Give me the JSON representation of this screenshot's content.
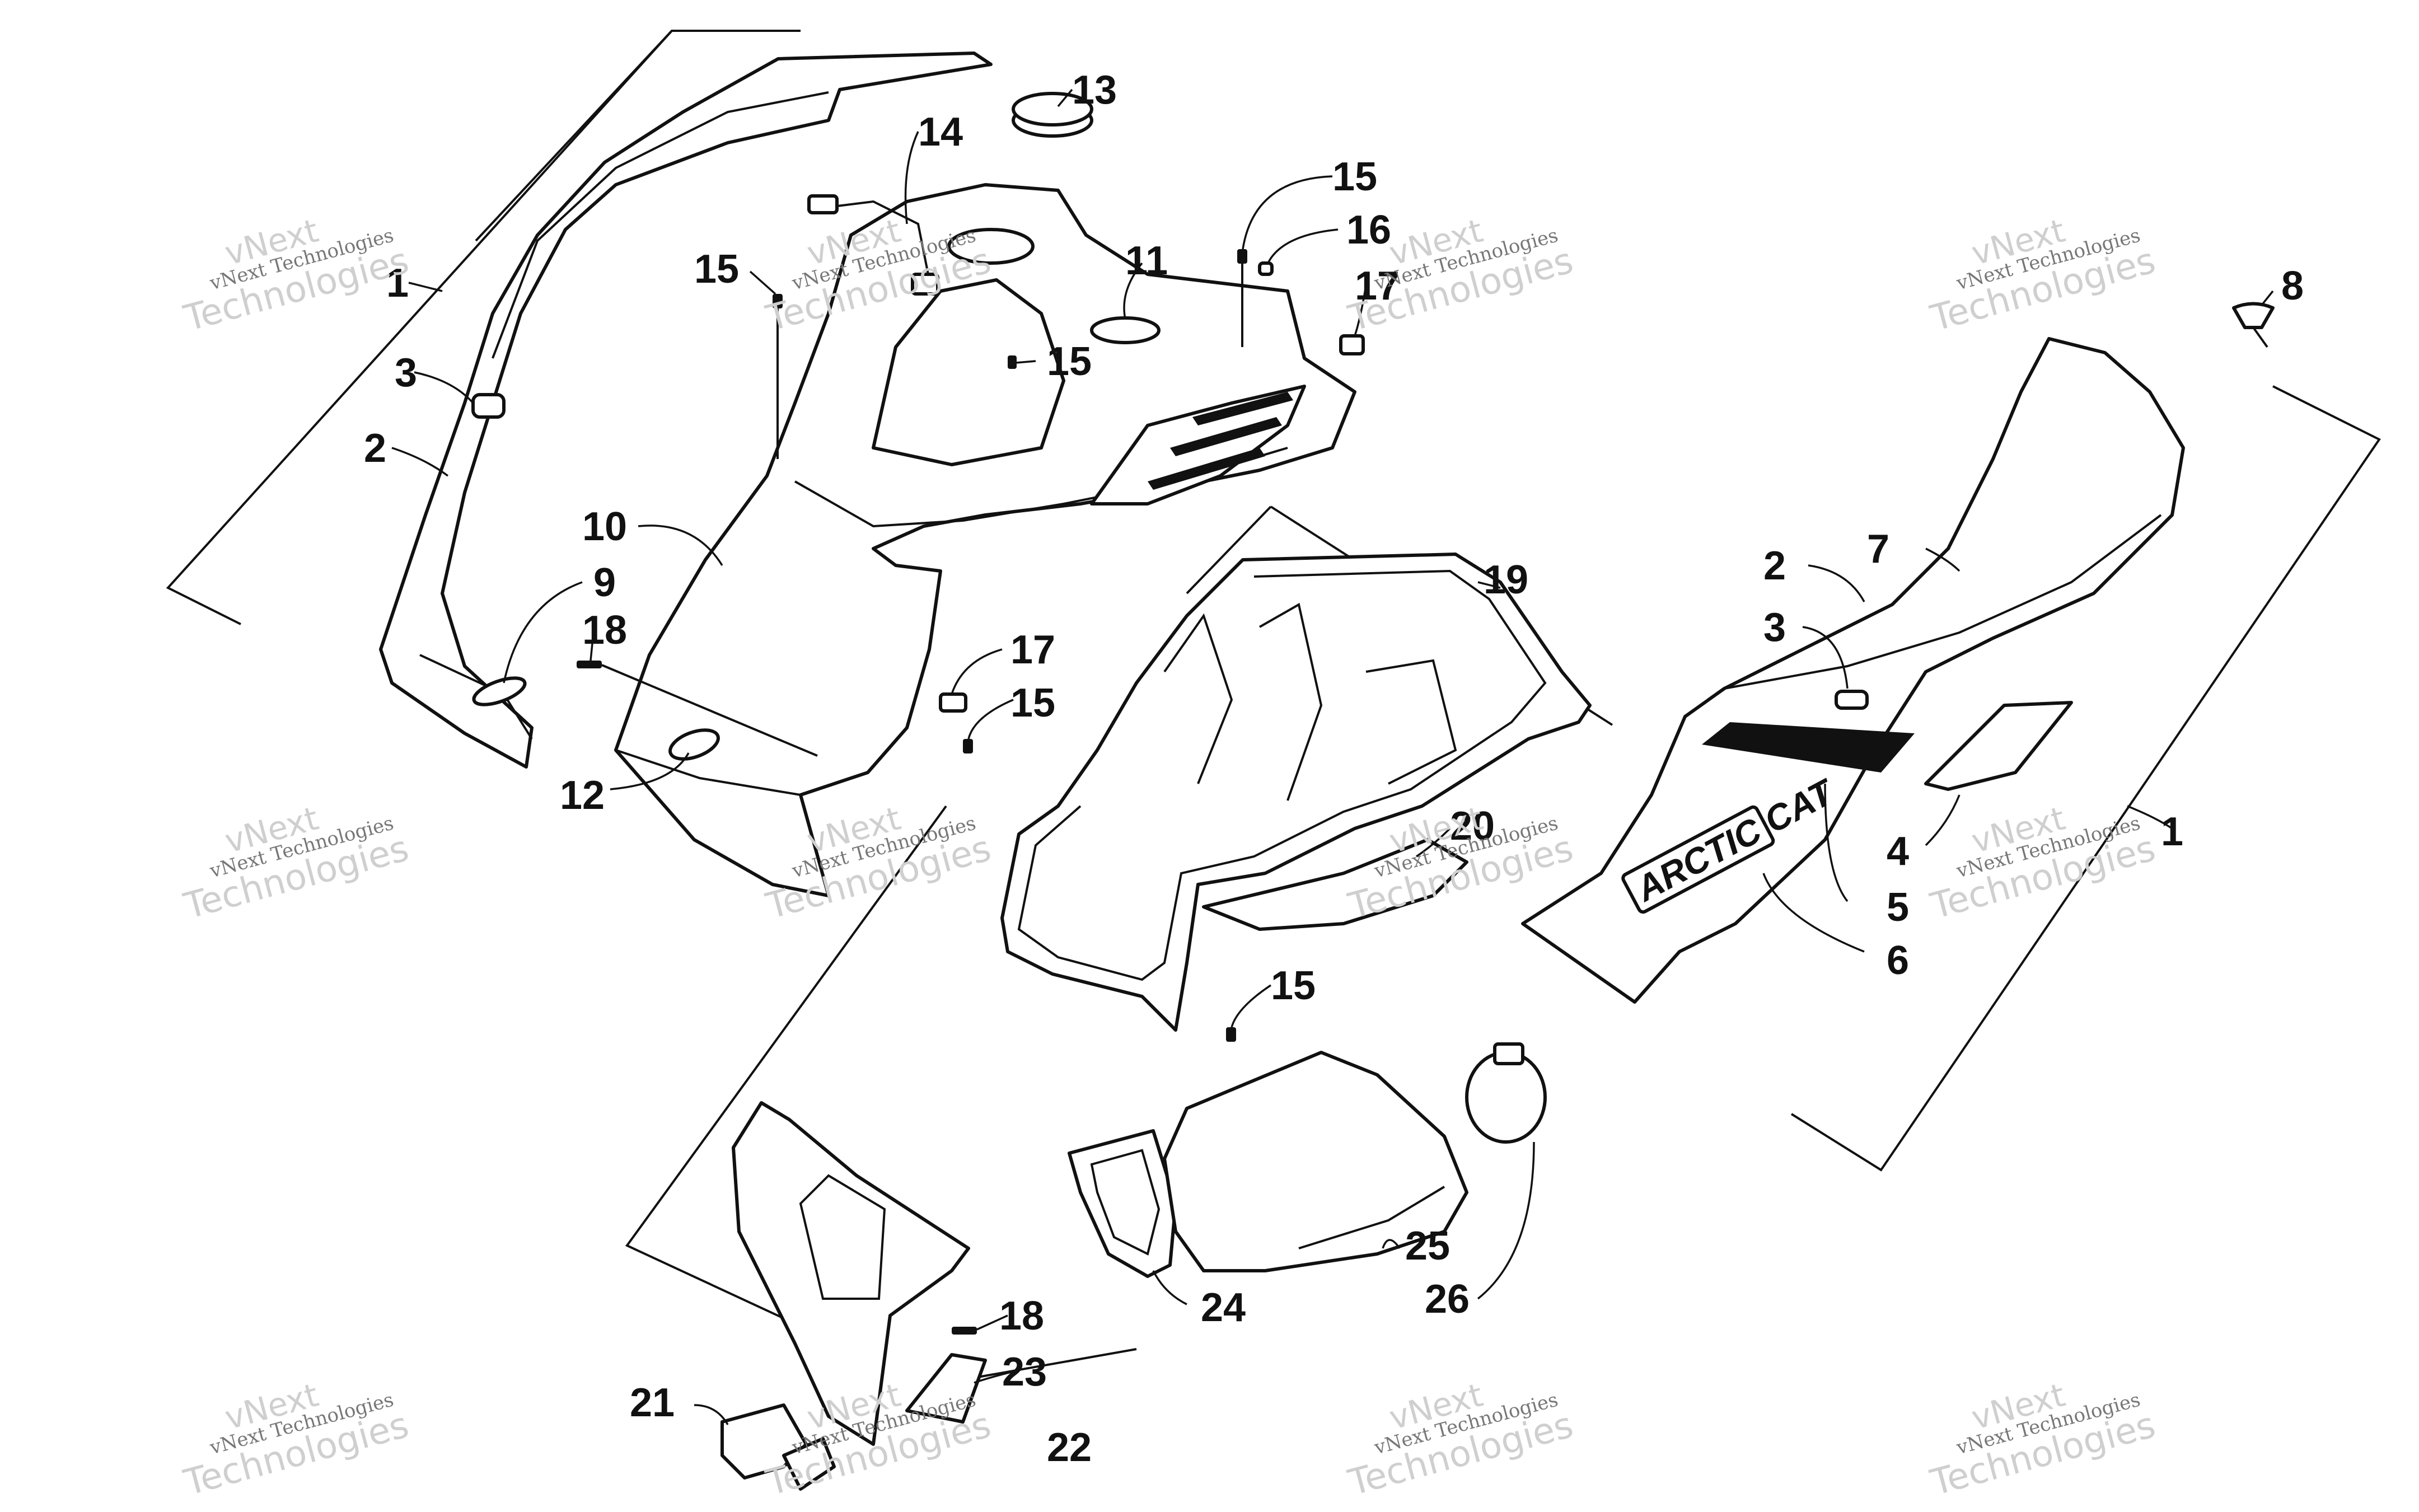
{
  "callouts": [
    {
      "label": "1"
    },
    {
      "label": "2"
    },
    {
      "label": "3"
    },
    {
      "label": "9"
    },
    {
      "label": "18"
    },
    {
      "label": "10"
    },
    {
      "label": "12"
    },
    {
      "label": "15"
    },
    {
      "label": "14"
    },
    {
      "label": "13"
    },
    {
      "label": "11"
    },
    {
      "label": "15"
    },
    {
      "label": "15"
    },
    {
      "label": "16"
    },
    {
      "label": "17"
    },
    {
      "label": "17"
    },
    {
      "label": "15"
    },
    {
      "label": "19"
    },
    {
      "label": "20"
    },
    {
      "label": "15"
    },
    {
      "label": "8"
    },
    {
      "label": "7"
    },
    {
      "label": "2"
    },
    {
      "label": "3"
    },
    {
      "label": "4"
    },
    {
      "label": "1"
    },
    {
      "label": "5"
    },
    {
      "label": "6"
    },
    {
      "label": "25"
    },
    {
      "label": "26"
    },
    {
      "label": "24"
    },
    {
      "label": "18"
    },
    {
      "label": "23"
    },
    {
      "label": "21"
    },
    {
      "label": "22"
    }
  ],
  "decal_text": "ARCTIC CAT",
  "watermark": {
    "line1": "vNext",
    "line2": "vNext Technologies",
    "line3": "Technologies"
  }
}
